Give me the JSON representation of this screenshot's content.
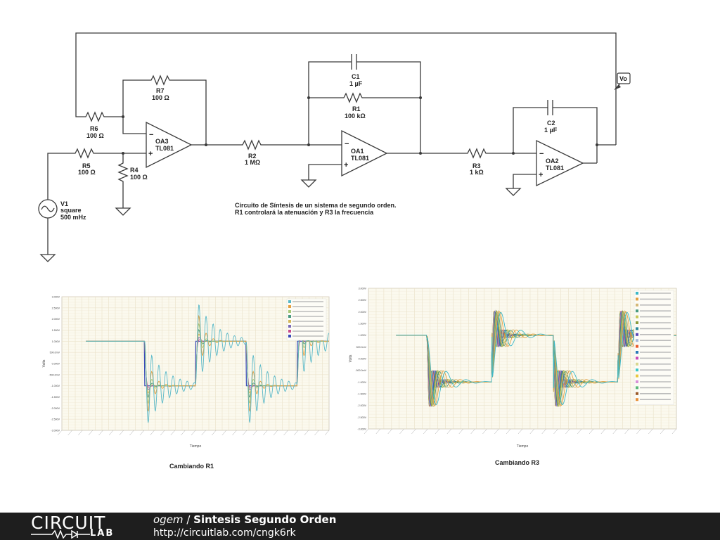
{
  "schematic": {
    "R7": {
      "name": "R7",
      "value": "100 Ω"
    },
    "R6": {
      "name": "R6",
      "value": "100 Ω"
    },
    "R5": {
      "name": "R5",
      "value": "100 Ω"
    },
    "R4": {
      "name": "R4",
      "value": "100 Ω"
    },
    "OA3": {
      "name": "OA3",
      "model": "TL081"
    },
    "R2": {
      "name": "R2",
      "value": "1 MΩ"
    },
    "C1": {
      "name": "C1",
      "value": "1 µF"
    },
    "R1": {
      "name": "R1",
      "value": "100 kΩ"
    },
    "OA1": {
      "name": "OA1",
      "model": "TL081"
    },
    "R3": {
      "name": "R3",
      "value": "1 kΩ"
    },
    "C2": {
      "name": "C2",
      "value": "1 µF"
    },
    "OA2": {
      "name": "OA2",
      "model": "TL081"
    },
    "V1": {
      "name": "V1",
      "type": "square",
      "freq": "500 mHz"
    },
    "probe": "Vo",
    "note_line1": "Circuito de Síntesis de un sistema de segundo orden.",
    "note_line2": "R1 controlará la atenuación y R3 la frecuencia"
  },
  "chart_data": [
    {
      "type": "line",
      "title": "Cambiando R1",
      "xlabel": "Tiempo",
      "ylabel": "Volts",
      "ylim": [
        -3,
        3
      ],
      "yticks": [
        "3.000V",
        "2.500V",
        "2.000V",
        "1.500V",
        "1.000V",
        "500.0mV",
        "0.000V",
        "-500.0mV",
        "-1.000V",
        "-1.500V",
        "-2.000V",
        "-2.500V",
        "-3.000V"
      ],
      "grid": true,
      "legend_position": "top-right",
      "series_count": 8,
      "series_colors": [
        "#58b8c8",
        "#e4a040",
        "#a8c878",
        "#4a9a80",
        "#d4b85a",
        "#7a6ab8",
        "#c84a8a",
        "#3a4ab8"
      ],
      "input": {
        "type": "square",
        "high": 1.0,
        "low": -1.0,
        "period_s": 2
      }
    },
    {
      "type": "line",
      "title": "Cambiando R3",
      "xlabel": "Tiempo",
      "ylabel": "Volts",
      "ylim": [
        -3,
        3
      ],
      "yticks": [
        "3.000V",
        "2.500V",
        "2.000V",
        "1.500V",
        "1.000V",
        "500.0mV",
        "0.000V",
        "-500.0mV",
        "-1.000V",
        "-1.500V",
        "-2.000V",
        "-2.500V",
        "-3.000V"
      ],
      "grid": true,
      "legend_position": "top-right",
      "series_count": 19,
      "series_colors": [
        "#3ab8c8",
        "#e4a040",
        "#d4b878",
        "#4a9a80",
        "#c8c85a",
        "#8a9a3a",
        "#2a8a9a",
        "#5a4ab8",
        "#a8b8d8",
        "#e85a2a",
        "#2a7ab8",
        "#c84ab8",
        "#d8d890",
        "#3ac8c8",
        "#e8c840",
        "#d890d8",
        "#5ab878",
        "#9a5a2a",
        "#e8903a"
      ],
      "input": {
        "type": "square",
        "high": 1.0,
        "low": -1.0,
        "period_s": 2
      }
    }
  ],
  "footer": {
    "logo_top": "CIRCUIT",
    "logo_bottom": "LAB",
    "user": "ogem",
    "separator": " / ",
    "title": "Sintesis Segundo Orden",
    "url": "http://circuitlab.com/cngk6rk"
  }
}
